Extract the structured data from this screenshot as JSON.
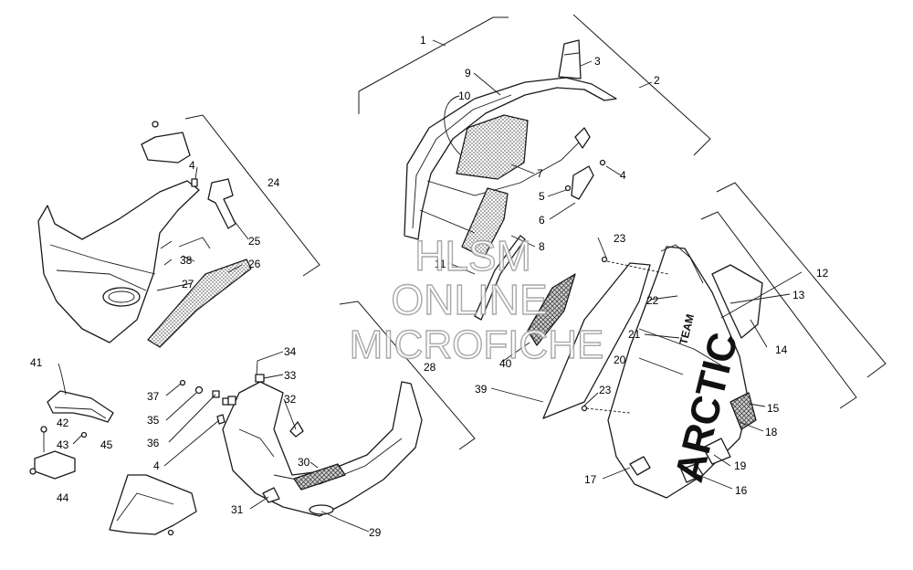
{
  "watermark": {
    "line1": "HLSM",
    "line2": "ONLINE",
    "line3": "MICROFICHE"
  },
  "decals": {
    "brand": "ARCTIC",
    "team": "TEAM"
  },
  "callouts": [
    {
      "n": "1"
    },
    {
      "n": "2"
    },
    {
      "n": "3"
    },
    {
      "n": "4"
    },
    {
      "n": "4"
    },
    {
      "n": "4"
    },
    {
      "n": "5"
    },
    {
      "n": "6"
    },
    {
      "n": "7"
    },
    {
      "n": "8"
    },
    {
      "n": "9"
    },
    {
      "n": "10"
    },
    {
      "n": "11"
    },
    {
      "n": "12"
    },
    {
      "n": "13"
    },
    {
      "n": "14"
    },
    {
      "n": "15"
    },
    {
      "n": "16"
    },
    {
      "n": "17"
    },
    {
      "n": "18"
    },
    {
      "n": "19"
    },
    {
      "n": "20"
    },
    {
      "n": "21"
    },
    {
      "n": "22"
    },
    {
      "n": "23"
    },
    {
      "n": "23"
    },
    {
      "n": "24"
    },
    {
      "n": "25"
    },
    {
      "n": "26"
    },
    {
      "n": "27"
    },
    {
      "n": "28"
    },
    {
      "n": "29"
    },
    {
      "n": "30"
    },
    {
      "n": "31"
    },
    {
      "n": "32"
    },
    {
      "n": "33"
    },
    {
      "n": "34"
    },
    {
      "n": "35"
    },
    {
      "n": "36"
    },
    {
      "n": "37"
    },
    {
      "n": "38"
    },
    {
      "n": "39"
    },
    {
      "n": "40"
    },
    {
      "n": "41"
    },
    {
      "n": "42"
    },
    {
      "n": "43"
    },
    {
      "n": "44"
    },
    {
      "n": "45"
    }
  ]
}
